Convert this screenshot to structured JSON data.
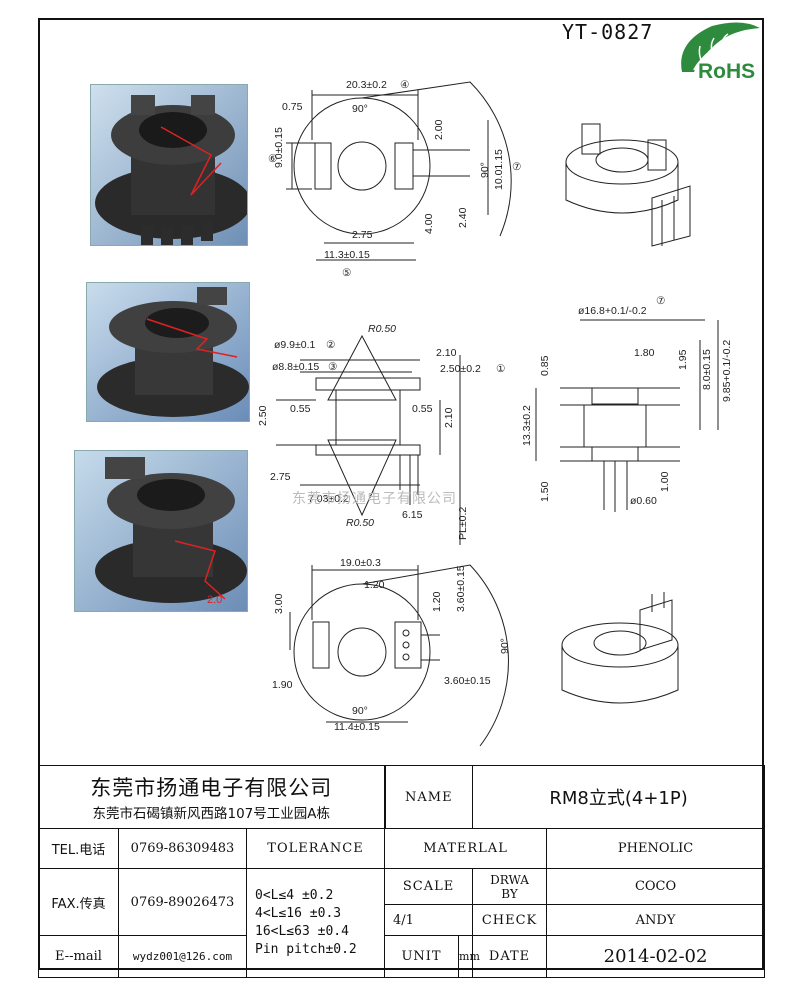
{
  "drawing_number": "YT-0827",
  "rohs_label": "RoHS",
  "watermark": "东莞市扬通电子有限公司",
  "dimensions": {
    "top_view": {
      "width": "20.3±0.2",
      "w_note": "④",
      "d075": "0.75",
      "angle": "90°",
      "h9": "9.0±0.15",
      "h9_note": "⑥",
      "d200": "2.00",
      "d90": "90°",
      "d1001": "10.01.15",
      "d1001_note": "⑦",
      "d240": "2.40",
      "d400": "4.00",
      "d275": "2.75",
      "d113": "11.3±0.15",
      "d113_note": "⑤"
    },
    "side_view": {
      "d99": "ø9.9±0.1",
      "d99_note": "②",
      "r050_top": "R0.50",
      "d88": "ø8.8±0.15",
      "d88_note": "③",
      "d210": "2.10",
      "d250b": "2.50±0.2",
      "d250b_note": "①",
      "d250": "2.50",
      "d055a": "0.55",
      "d055b": "0.55",
      "d210b": "2.10",
      "d275": "2.75",
      "d703": "7.03±0.2",
      "d615": "6.15",
      "r050_bot": "R0.50",
      "pl": "PL±0.2"
    },
    "front_view": {
      "d168": "ø16.8+0.1/-0.2",
      "d168_note": "⑦",
      "d180": "1.80",
      "d085": "0.85",
      "d195": "1.95",
      "d80": "8.0±0.15",
      "d985": "9.85+0.1/-0.2",
      "d133": "13.3±0.2",
      "d150": "1.50",
      "d100": "1.00",
      "d060": "ø0.60"
    },
    "bottom_view": {
      "d190w": "19.0±0.3",
      "d120a": "1.20",
      "d300": "3.00",
      "d120b": "1.20",
      "d360a": "3.60±0.15",
      "d90": "90°",
      "d360b": "3.60±0.15",
      "d190": "1.90",
      "d90b": "90°",
      "d114": "11.4±0.15"
    }
  },
  "title_block": {
    "company": "东莞市扬通电子有限公司",
    "address": "东莞市石碣镇新风西路107号工业园A栋",
    "name_label": "NAME",
    "name_value": "RM8立式(4+1P)",
    "tel_label": "TEL.电话",
    "tel_value": "0769-86309483",
    "tolerance_label": "TOLERANCE",
    "material_label": "MATERLAL",
    "material_value": "PHENOLIC",
    "fax_label": "FAX.传真",
    "fax_value": "0769-89026473",
    "tol_line1": "0<L≤4   ±0.2",
    "tol_line2": "4<L≤16  ±0.3",
    "tol_line3": "16<L≤63 ±0.4",
    "tol_line4": "Pin pitch±0.2",
    "scale_label": "SCALE",
    "scale_value": "4/1",
    "drwa_label": "DRWA",
    "by_label": "BY",
    "drwa_value": "COCO",
    "check_label": "CHECK",
    "check_value": "ANDY",
    "email_label": "E--mail",
    "email_value": "wydz001@126.com",
    "unit_label": "UNIT",
    "unit_value": "mm",
    "date_label": "DATE",
    "date_value": "2014-02-02"
  }
}
